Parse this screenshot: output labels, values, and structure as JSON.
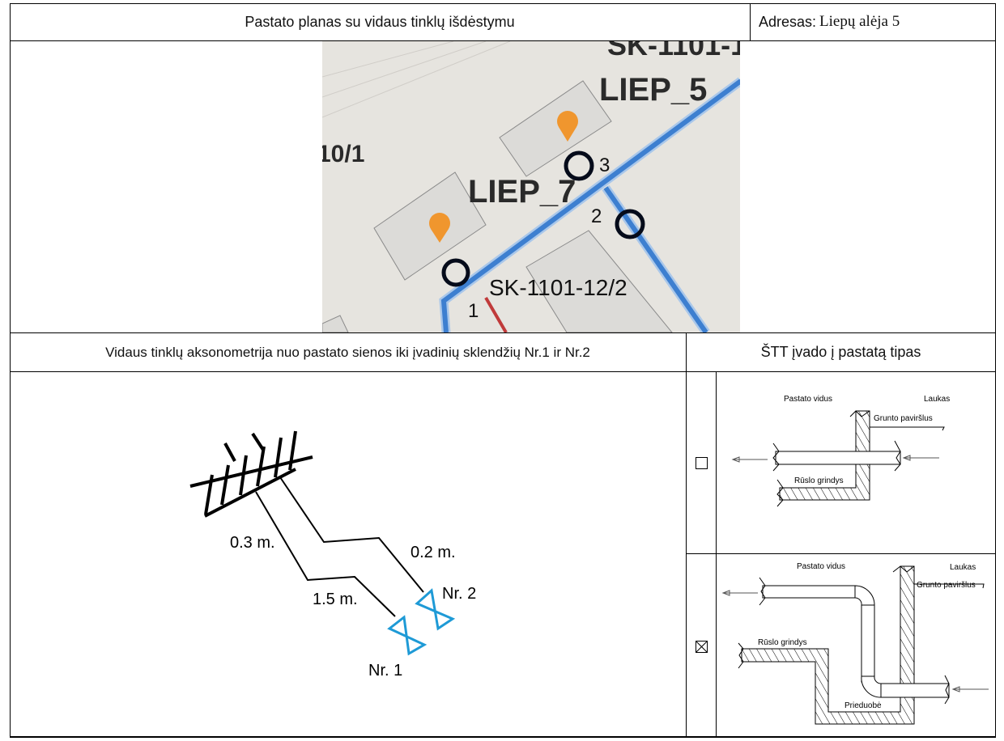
{
  "header": {
    "title": "Pastato planas su vidaus tinklų išdėstymu",
    "address_label": "Adresas:",
    "address_value": "Liepų alėja 5"
  },
  "map": {
    "labels": {
      "top_partial": "SK-1101-1",
      "liep5": "LIEP_5",
      "liep7": "LIEP_7",
      "left_partial": "10/1",
      "manhole": "SK-1101-12/2"
    },
    "points": [
      "1",
      "2",
      "3"
    ]
  },
  "section_headers": {
    "axonometry": "Vidaus tinklų aksonometrija nuo pastato sienos iki įvadinių sklendžių Nr.1 ir Nr.2",
    "entry_type": "ŠTT įvado į pastatą tipas"
  },
  "axonometry": {
    "dim_left_top": "0.3 m.",
    "dim_left_bottom": "1.5 m.",
    "dim_right": "0.2 m.",
    "valve1": "Nr. 1",
    "valve2": "Nr. 2",
    "valve_color": "#1e9ad6"
  },
  "entry_types": [
    {
      "checked": false,
      "inside": "Pastato vidus",
      "outside": "Laukas",
      "ground": "Grunto paviršlus",
      "floor": "Rūslo grindys"
    },
    {
      "checked": true,
      "inside": "Pastato vidus",
      "outside": "Laukas",
      "ground": "Grunto paviršlus",
      "floor": "Rūslo grindys",
      "pit": "Prieduobė"
    }
  ]
}
